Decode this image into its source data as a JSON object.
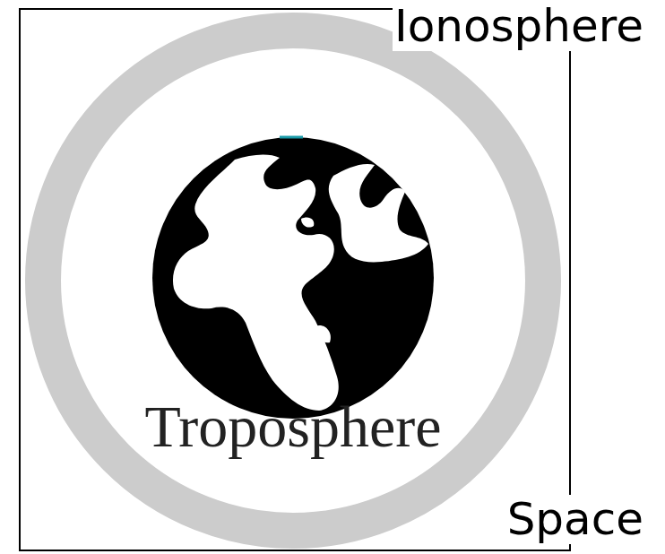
{
  "diagram": {
    "labels": [
      "Ionosphere",
      "Troposphere",
      "Space"
    ]
  }
}
